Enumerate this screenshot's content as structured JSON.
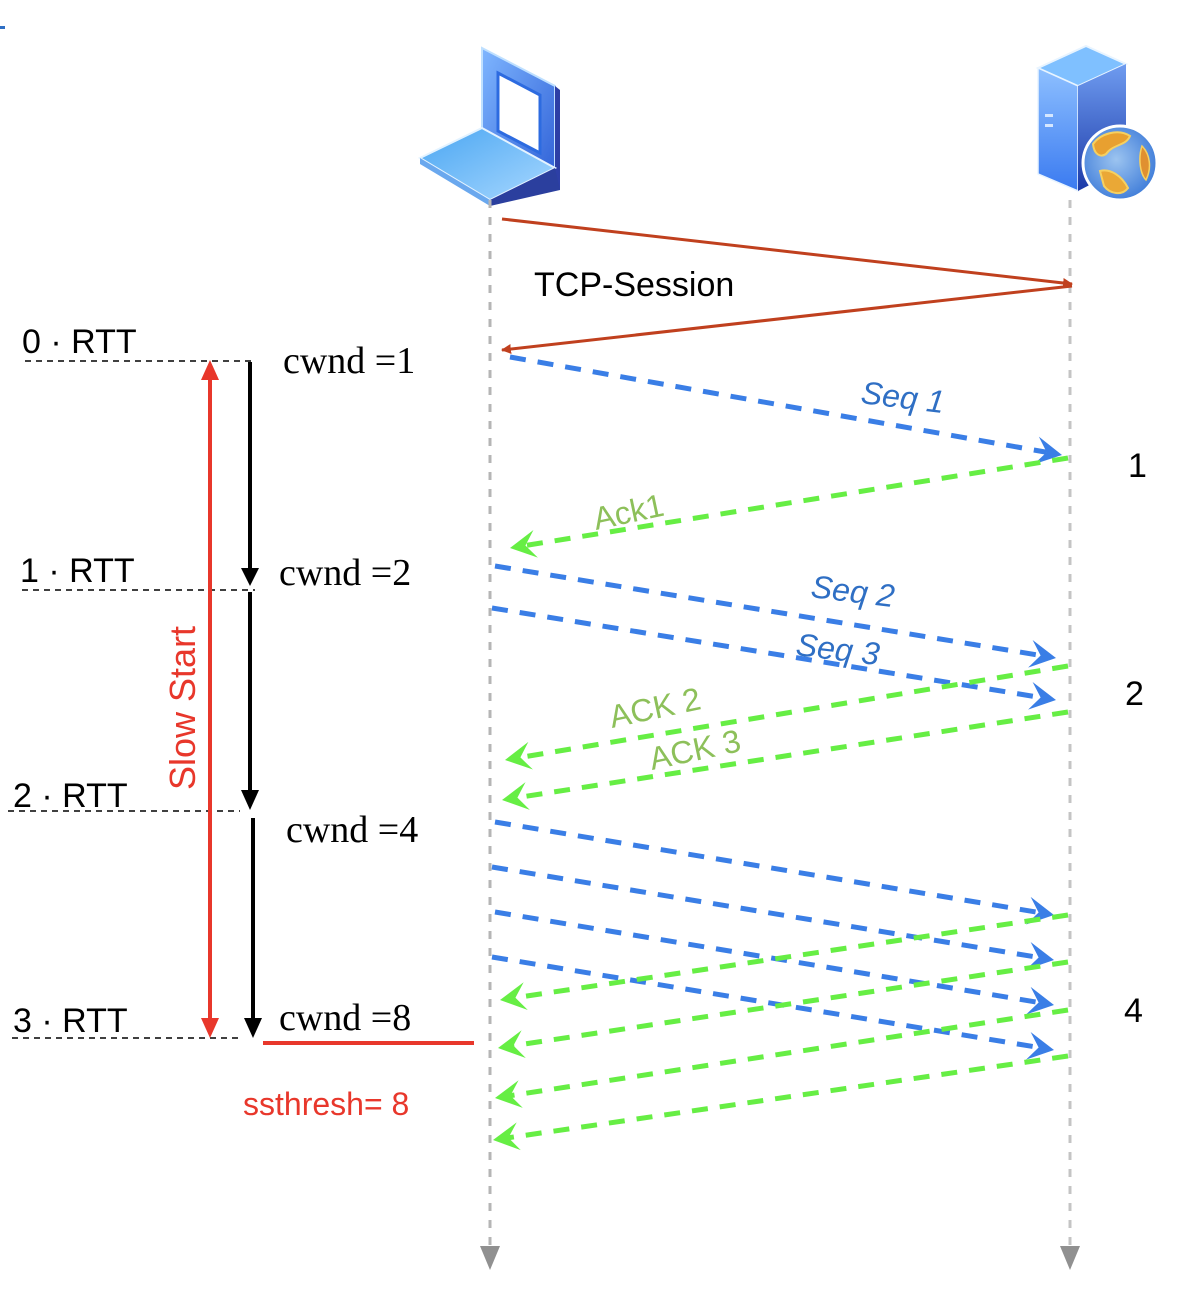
{
  "diagram": {
    "type": "tcp-slow-start-sequence",
    "participants": [
      {
        "id": "client",
        "role": "client",
        "icon": "laptop-icon"
      },
      {
        "id": "server",
        "role": "server",
        "icon": "web-server-icon"
      }
    ],
    "handshake_label": "TCP-Session",
    "phase_label": "Slow Start",
    "ssthresh_label": "ssthresh= 8",
    "rtt_marks": [
      {
        "label": "0 · RTT",
        "cwnd_label": "cwnd =1"
      },
      {
        "label": "1 · RTT",
        "cwnd_label": "cwnd =2"
      },
      {
        "label": "2 · RTT",
        "cwnd_label": "cwnd =4"
      },
      {
        "label": "3 · RTT",
        "cwnd_label": "cwnd =8"
      }
    ],
    "rounds": [
      {
        "round_label": "1",
        "segments": [
          "Seq 1"
        ],
        "acks": [
          "Ack1"
        ]
      },
      {
        "round_label": "2",
        "segments": [
          "Seq 2",
          "Seq 3"
        ],
        "acks": [
          "ACK 2",
          "ACK 3"
        ]
      },
      {
        "round_label": "4",
        "segments": [
          "",
          "",
          "",
          ""
        ],
        "acks": [
          "",
          "",
          "",
          ""
        ]
      }
    ],
    "colors": {
      "handshake": "#c0401e",
      "segment": "#3a7ee6",
      "segment_text": "#2f6fc4",
      "ack": "#66ee44",
      "ack_text": "#8dc05a",
      "slow_start": "#e8372b",
      "lifeline": "#b5b5b5",
      "cwnd_arrow": "#000000"
    }
  }
}
